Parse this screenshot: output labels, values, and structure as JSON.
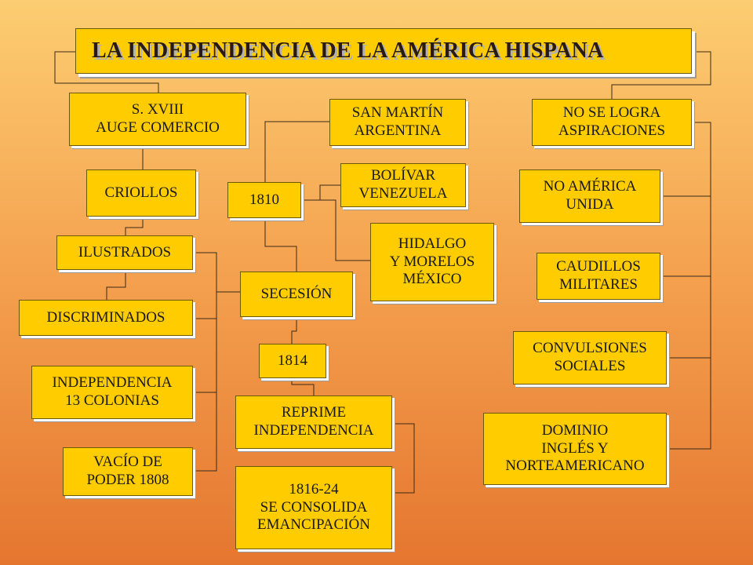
{
  "title": "LA INDEPENDENCIA DE LA AMÉRICA HISPANA",
  "left_column": [
    {
      "id": "sxviii",
      "lines": [
        "S. XVIII",
        "AUGE COMERCIO"
      ]
    },
    {
      "id": "criollos",
      "lines": [
        "CRIOLLOS"
      ]
    },
    {
      "id": "ilustrados",
      "lines": [
        "ILUSTRADOS"
      ]
    },
    {
      "id": "discriminados",
      "lines": [
        "DISCRIMINADOS"
      ]
    },
    {
      "id": "independencia13",
      "lines": [
        "INDEPENDENCIA",
        "13 COLONIAS"
      ]
    },
    {
      "id": "vacio",
      "lines": [
        "VACÍO DE",
        "PODER 1808"
      ]
    }
  ],
  "center_column": [
    {
      "id": "sanmartin",
      "lines": [
        "SAN MARTÍN",
        "ARGENTINA"
      ]
    },
    {
      "id": "bolivar",
      "lines": [
        "BOLÍVAR",
        "VENEZUELA"
      ]
    },
    {
      "id": "y1810",
      "lines": [
        "1810"
      ]
    },
    {
      "id": "hidalgo",
      "lines": [
        "HIDALGO",
        "Y MORELOS",
        "MÉXICO"
      ]
    },
    {
      "id": "secesion",
      "lines": [
        "SECESIÓN"
      ]
    },
    {
      "id": "y1814",
      "lines": [
        "1814"
      ]
    },
    {
      "id": "reprime",
      "lines": [
        "REPRIME",
        "INDEPENDENCIA"
      ]
    },
    {
      "id": "consolida",
      "lines": [
        "1816-24",
        "SE CONSOLIDA",
        "EMANCIPACIÓN"
      ]
    }
  ],
  "right_column": [
    {
      "id": "nologra",
      "lines": [
        "NO SE LOGRA",
        "ASPIRACIONES"
      ]
    },
    {
      "id": "noamerica",
      "lines": [
        "NO AMÉRICA",
        "UNIDA"
      ]
    },
    {
      "id": "caudillos",
      "lines": [
        "CAUDILLOS",
        "MILITARES"
      ]
    },
    {
      "id": "convulsiones",
      "lines": [
        "CONVULSIONES",
        "SOCIALES"
      ]
    },
    {
      "id": "dominio",
      "lines": [
        "DOMINIO",
        "INGLÉS Y",
        "NORTEAMERICANO"
      ]
    }
  ]
}
